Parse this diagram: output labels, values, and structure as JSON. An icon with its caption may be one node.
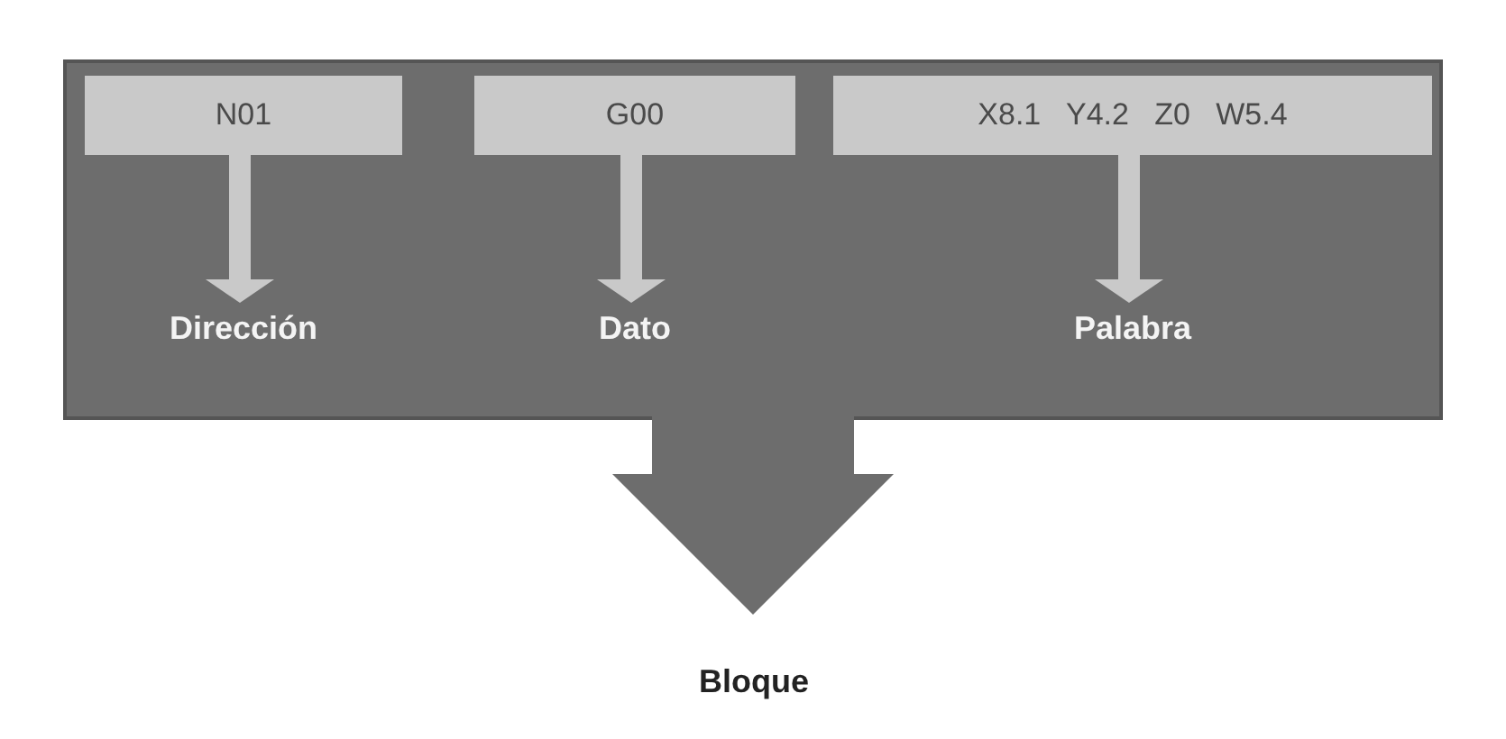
{
  "diagram": {
    "nodes": [
      {
        "text": [],
        "shape": "box"
      },
      {
        "text": [
          "N01"
        ],
        "in": 0
      },
      {
        "text": [
          "G00"
        ],
        "in": 0
      },
      {
        "text": [
          "X8.1   Y4.2   Z0   W5.4"
        ],
        "in": 0
      },
      {
        "text": [
          "Dirección"
        ],
        "in": 0
      },
      {
        "text": [
          "Dato"
        ],
        "in": 0
      },
      {
        "text": [
          "Palabra"
        ],
        "in": 0
      },
      {
        "text": [
          "Bloque"
        ]
      }
    ],
    "edges": [
      {
        "from": 1,
        "to": 4,
        "arrow": "to"
      },
      {
        "from": 2,
        "to": 5,
        "arrow": "to"
      },
      {
        "from": 3,
        "to": 6,
        "arrow": "to"
      },
      {
        "from": 0,
        "to": 7,
        "arrow": "to",
        "style": "thick",
        "color": "#6d6d6d"
      }
    ]
  }
}
